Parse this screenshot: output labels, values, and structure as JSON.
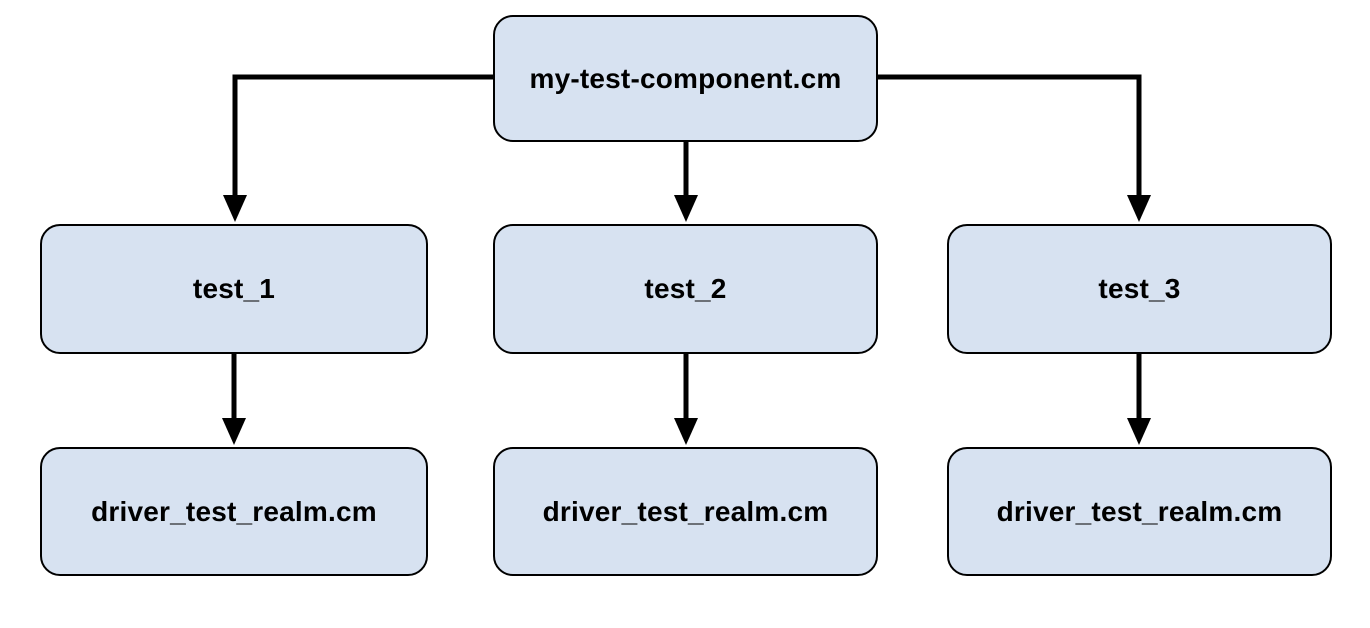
{
  "diagram": {
    "type": "tree",
    "colors": {
      "page_bg": "#ffffff",
      "node_fill": "#d7e2f1",
      "node_border": "#000000",
      "node_text": "#000000",
      "edge_color": "#000000"
    },
    "nodes": [
      {
        "id": "root",
        "label": "my-test-component.cm"
      },
      {
        "id": "test_1",
        "label": "test_1"
      },
      {
        "id": "test_2",
        "label": "test_2"
      },
      {
        "id": "test_3",
        "label": "test_3"
      },
      {
        "id": "driver_1",
        "label": "driver_test_realm.cm"
      },
      {
        "id": "driver_2",
        "label": "driver_test_realm.cm"
      },
      {
        "id": "driver_3",
        "label": "driver_test_realm.cm"
      }
    ],
    "edges": [
      {
        "from": "my-test-component.cm",
        "to": "test_1"
      },
      {
        "from": "my-test-component.cm",
        "to": "test_2"
      },
      {
        "from": "my-test-component.cm",
        "to": "test_3"
      },
      {
        "from": "test_1",
        "to": "driver_test_realm.cm"
      },
      {
        "from": "test_2",
        "to": "driver_test_realm.cm"
      },
      {
        "from": "test_3",
        "to": "driver_test_realm.cm"
      }
    ]
  }
}
